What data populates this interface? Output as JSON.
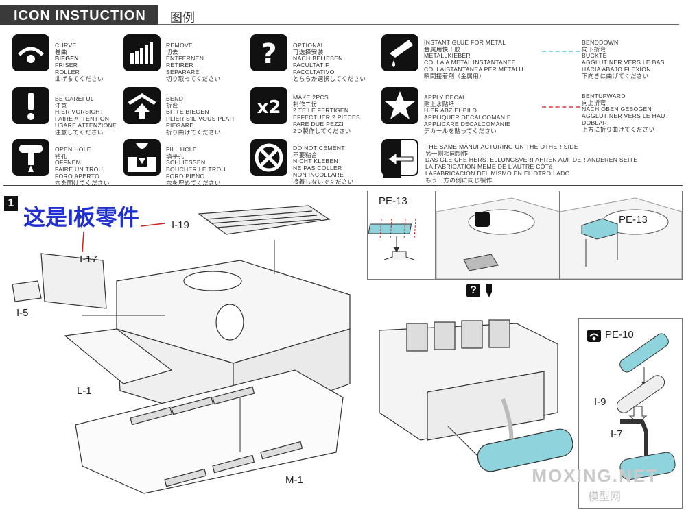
{
  "header": {
    "title": "ICON INSTUCTION",
    "subtitle": "图例"
  },
  "legend": [
    {
      "icon": "curve-icon",
      "lines": [
        "CURVE",
        "卷曲",
        "BIEGEN",
        "FRISER",
        "ROLLER",
        "曲げるてください"
      ]
    },
    {
      "icon": "remove-icon",
      "lines": [
        "REMOVE",
        "切去",
        "ENTFERNEN",
        "RETIRER",
        "SEPARARE",
        "切り取ってください"
      ]
    },
    {
      "icon": "optional-icon",
      "lines": [
        "OPTIONAL",
        "可选择安装",
        "NACH BELIEBEN",
        "FACULTATIF",
        "FACOLTATIVO",
        "とちらか選択してください"
      ]
    },
    {
      "icon": "glue-icon",
      "lines": [
        "INSTANT GLUE FOR METAL",
        "金属用快干胶",
        "METALLKIEBER",
        "COLLA A METAL INSTANTANEE",
        "COLLAISTANTANEA PER METALU",
        "瞬間接着剤（金属用）"
      ]
    },
    {
      "icon": "bend-down-line",
      "lines": [
        "BENDDOWN",
        "向下折弯",
        "BÜCKTE",
        "AGGLUTINER VERS LE BAS",
        "HACIA ABAJO FLEXION",
        "下向きに曲げてください"
      ]
    },
    {
      "icon": "careful-icon",
      "lines": [
        "BE CAREFUL",
        "注意",
        "HIER VORSICHT",
        "FAIRE ATTENTION",
        "USARE ATTENZIONE",
        "注意してください"
      ]
    },
    {
      "icon": "bend-icon",
      "lines": [
        "BEND",
        "折弯",
        "BITTE BIEGEN",
        "PLIER S'IL VOUS PLAIT",
        "PIEGARE",
        "折り曲げてください"
      ]
    },
    {
      "icon": "make-two-icon",
      "lines": [
        "MAKE 2PCS",
        "制作二份",
        "2 TEILE FERTIGEN",
        "EFFECTUER 2 PIECES",
        "FARE DUE PEZZI",
        "2つ製作してください"
      ]
    },
    {
      "icon": "decal-icon",
      "lines": [
        "APPLY DECAL",
        "贴上水贴纸",
        "HIER ABZIEHBILD",
        "APPLIQUER DECALCOMANIE",
        "APPLICARE DECALCOMANIE",
        "デカールを貼ってください"
      ]
    },
    {
      "icon": "bend-up-line",
      "lines": [
        "BENTUPWARD",
        "向上折弯",
        "NACH OBEN GEBOGEN",
        "AGGLUTINER VERS LE HAUT",
        "DOBLAR",
        "上方に折り曲げてください"
      ]
    },
    {
      "icon": "open-hole-icon",
      "lines": [
        "OPEN HOLE",
        "钻孔",
        "OFFNEM",
        "FAIRE UN TROU",
        "FORO APERTO",
        "穴を開けてください"
      ]
    },
    {
      "icon": "fill-hole-icon",
      "lines": [
        "FILL HCLE",
        "填平孔",
        "SCHLIESSEN",
        "BOUCHER LE TROU",
        "FORD PIENO",
        "穴を埋めてください"
      ]
    },
    {
      "icon": "no-cement-icon",
      "lines": [
        "DO NOT CEMENT",
        "不要粘合",
        "NICHT KLEBEN",
        "NE PAS COLLER",
        "NON INCOLLARE",
        "接着しないでください"
      ]
    },
    {
      "icon": "other-side-icon",
      "lines": [
        "THE SAME MANUFACTURING ON THE OTHER SIDE",
        "另一侧相同制作",
        "DAS GLEICHE HERSTELLUNGSVERFAHREN AUF DER ANDEREN SEITE",
        "LA FABRICATION MEME DE L'AUTRE CÔTé",
        "LAFABRICACIÓN DEL MISMO EN EL OTRO LADO",
        "もう一方の側に同じ製作"
      ]
    }
  ],
  "step": {
    "number": "1",
    "note": "这是I板零件",
    "labels": {
      "i19": "I-19",
      "i17": "I-17",
      "i5": "I-5",
      "l1": "L-1",
      "m1": "M-1",
      "pe13a": "PE-13",
      "pe13b": "PE-13",
      "pe10": "PE-10",
      "i9": "I-9",
      "i7": "I-7"
    }
  },
  "watermark": {
    "main": "MOXING.NET",
    "sub": "模型网"
  },
  "colors": {
    "accent_blue": "#1f2fd0",
    "pe_cyan": "#8fd3dc",
    "header_bg": "#3a3a3a",
    "arrow_red": "#d02020"
  }
}
